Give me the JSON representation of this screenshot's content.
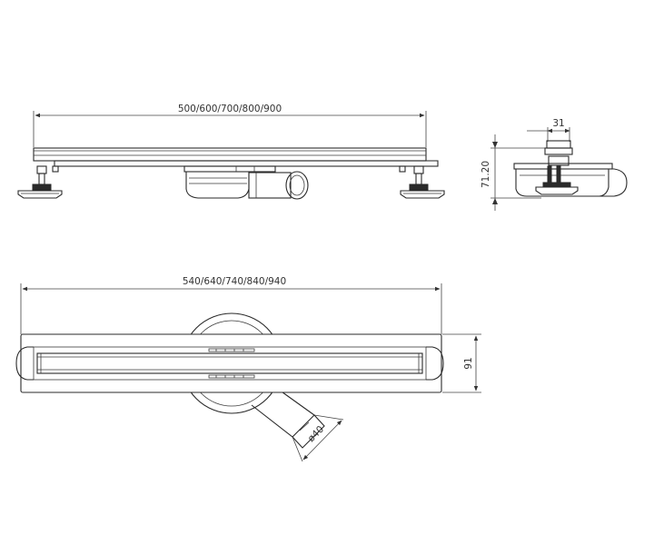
{
  "drawing": {
    "labels": {
      "side_length": "500/600/700/800/900",
      "end_width": "31",
      "end_height": "71.20",
      "top_length": "540/640/740/840/940",
      "top_width": "91",
      "outlet_diameter": "ø40"
    }
  }
}
